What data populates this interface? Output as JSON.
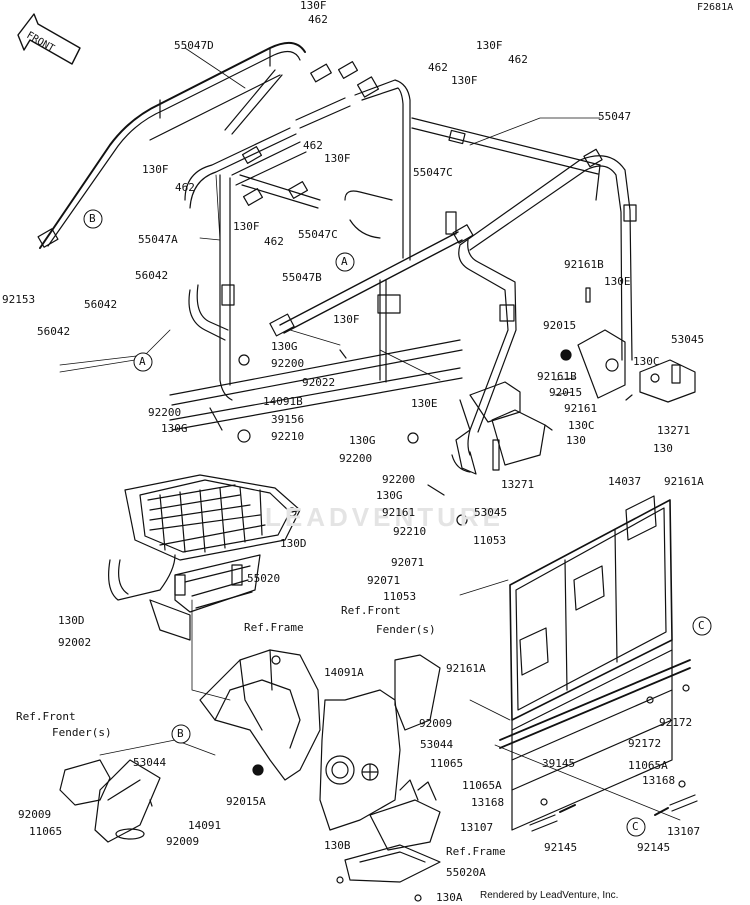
{
  "figure_code": "F2681A",
  "front_arrow_text": "FRONT",
  "credit": "Rendered by LeadVenture, Inc.",
  "watermark": "LEADVENTURE",
  "callouts": [
    {
      "id": "A1",
      "letter": "A"
    },
    {
      "id": "A2",
      "letter": "A"
    },
    {
      "id": "B1",
      "letter": "B"
    },
    {
      "id": "B2",
      "letter": "B"
    },
    {
      "id": "C1",
      "letter": "C"
    },
    {
      "id": "C2",
      "letter": "C"
    }
  ],
  "parts": [
    {
      "id": "p1",
      "text": "130F"
    },
    {
      "id": "p2",
      "text": "462"
    },
    {
      "id": "p3",
      "text": "55047D"
    },
    {
      "id": "p4",
      "text": "130F"
    },
    {
      "id": "p5",
      "text": "462"
    },
    {
      "id": "p6",
      "text": "462"
    },
    {
      "id": "p7",
      "text": "130F"
    },
    {
      "id": "p8",
      "text": "55047"
    },
    {
      "id": "p9",
      "text": "130F"
    },
    {
      "id": "p10",
      "text": "462"
    },
    {
      "id": "p11",
      "text": "462"
    },
    {
      "id": "p12",
      "text": "130F"
    },
    {
      "id": "p13",
      "text": "55047C"
    },
    {
      "id": "p14",
      "text": "130F"
    },
    {
      "id": "p15",
      "text": "462"
    },
    {
      "id": "p16",
      "text": "55047C"
    },
    {
      "id": "p17",
      "text": "55047A"
    },
    {
      "id": "p18",
      "text": "92153"
    },
    {
      "id": "p19",
      "text": "56042"
    },
    {
      "id": "p20",
      "text": "56042"
    },
    {
      "id": "p21",
      "text": "56042"
    },
    {
      "id": "p22",
      "text": "55047B"
    },
    {
      "id": "p23",
      "text": "130F"
    },
    {
      "id": "p24",
      "text": "130G"
    },
    {
      "id": "p25",
      "text": "92200"
    },
    {
      "id": "p26",
      "text": "92022"
    },
    {
      "id": "p27",
      "text": "14091B"
    },
    {
      "id": "p28",
      "text": "39156"
    },
    {
      "id": "p29",
      "text": "92200"
    },
    {
      "id": "p30",
      "text": "130G"
    },
    {
      "id": "p31",
      "text": "92210"
    },
    {
      "id": "p32",
      "text": "92161B"
    },
    {
      "id": "p33",
      "text": "130E"
    },
    {
      "id": "p34",
      "text": "92015"
    },
    {
      "id": "p35",
      "text": "53045"
    },
    {
      "id": "p36",
      "text": "92161B"
    },
    {
      "id": "p37",
      "text": "92015"
    },
    {
      "id": "p38",
      "text": "130C"
    },
    {
      "id": "p39",
      "text": "92161"
    },
    {
      "id": "p40",
      "text": "13271"
    },
    {
      "id": "p41",
      "text": "130"
    },
    {
      "id": "p42",
      "text": "130E"
    },
    {
      "id": "p43",
      "text": "130C"
    },
    {
      "id": "p44",
      "text": "130G"
    },
    {
      "id": "p45",
      "text": "130"
    },
    {
      "id": "p46",
      "text": "92200"
    },
    {
      "id": "p47",
      "text": "13271"
    },
    {
      "id": "p48",
      "text": "92200"
    },
    {
      "id": "p49",
      "text": "130G"
    },
    {
      "id": "p50",
      "text": "92161"
    },
    {
      "id": "p51",
      "text": "53045"
    },
    {
      "id": "p52",
      "text": "92210"
    },
    {
      "id": "p53",
      "text": "14037"
    },
    {
      "id": "p54",
      "text": "92161A"
    },
    {
      "id": "p55",
      "text": "130D"
    },
    {
      "id": "p56",
      "text": "55020"
    },
    {
      "id": "p57",
      "text": "92071"
    },
    {
      "id": "p58",
      "text": "11053"
    },
    {
      "id": "p59",
      "text": "92071"
    },
    {
      "id": "p60",
      "text": "11053"
    },
    {
      "id": "p61",
      "text": "Ref.Front"
    },
    {
      "id": "p62",
      "text": "Fender(s)"
    },
    {
      "id": "p63",
      "text": "130D"
    },
    {
      "id": "p64",
      "text": "Ref.Frame"
    },
    {
      "id": "p65",
      "text": "92002"
    },
    {
      "id": "p66",
      "text": "92161A"
    },
    {
      "id": "p67",
      "text": "14091A"
    },
    {
      "id": "p68",
      "text": "Ref.Front"
    },
    {
      "id": "p69",
      "text": "Fender(s)"
    },
    {
      "id": "p70",
      "text": "92009"
    },
    {
      "id": "p71",
      "text": "53044"
    },
    {
      "id": "p72",
      "text": "92172"
    },
    {
      "id": "p73",
      "text": "92172"
    },
    {
      "id": "p74",
      "text": "11065"
    },
    {
      "id": "p75",
      "text": "53044"
    },
    {
      "id": "p76",
      "text": "39145"
    },
    {
      "id": "p77",
      "text": "11065A"
    },
    {
      "id": "p78",
      "text": "92015A"
    },
    {
      "id": "p79",
      "text": "92009"
    },
    {
      "id": "p80",
      "text": "11065A"
    },
    {
      "id": "p81",
      "text": "13168"
    },
    {
      "id": "p82",
      "text": "13168"
    },
    {
      "id": "p83",
      "text": "11065"
    },
    {
      "id": "p84",
      "text": "14091"
    },
    {
      "id": "p85",
      "text": "13107"
    },
    {
      "id": "p86",
      "text": "92009"
    },
    {
      "id": "p87",
      "text": "92145"
    },
    {
      "id": "p88",
      "text": "92145"
    },
    {
      "id": "p89",
      "text": "13107"
    },
    {
      "id": "p90",
      "text": "130B"
    },
    {
      "id": "p91",
      "text": "Ref.Frame"
    },
    {
      "id": "p92",
      "text": "55020A"
    },
    {
      "id": "p93",
      "text": "130A"
    }
  ]
}
